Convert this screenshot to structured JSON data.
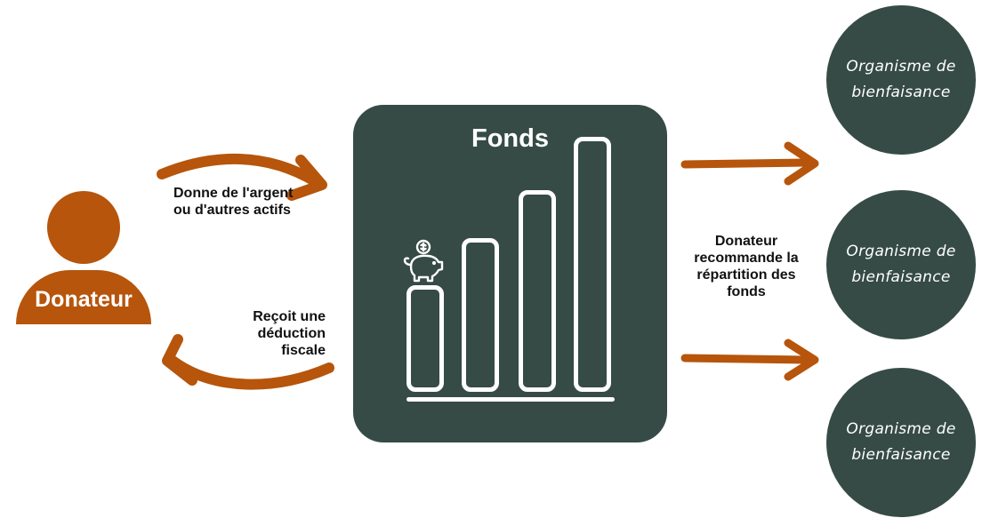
{
  "colors": {
    "accent": "#b6550b",
    "panel": "#364b45",
    "text": "#111111",
    "on_panel": "#ffffff"
  },
  "donor": {
    "label": "Donateur"
  },
  "flows": {
    "give": "Donne de l'argent ou d'autres actifs",
    "receive": "Reçoit une déduction fiscale",
    "recommend": "Donateur recommande la répartition des fonds"
  },
  "fund": {
    "title": "Fonds",
    "icon": "piggy-bank-icon"
  },
  "charities": [
    {
      "label": "Organisme de bienfaisance"
    },
    {
      "label": "Organisme de bienfaisance"
    },
    {
      "label": "Organisme de bienfaisance"
    }
  ]
}
